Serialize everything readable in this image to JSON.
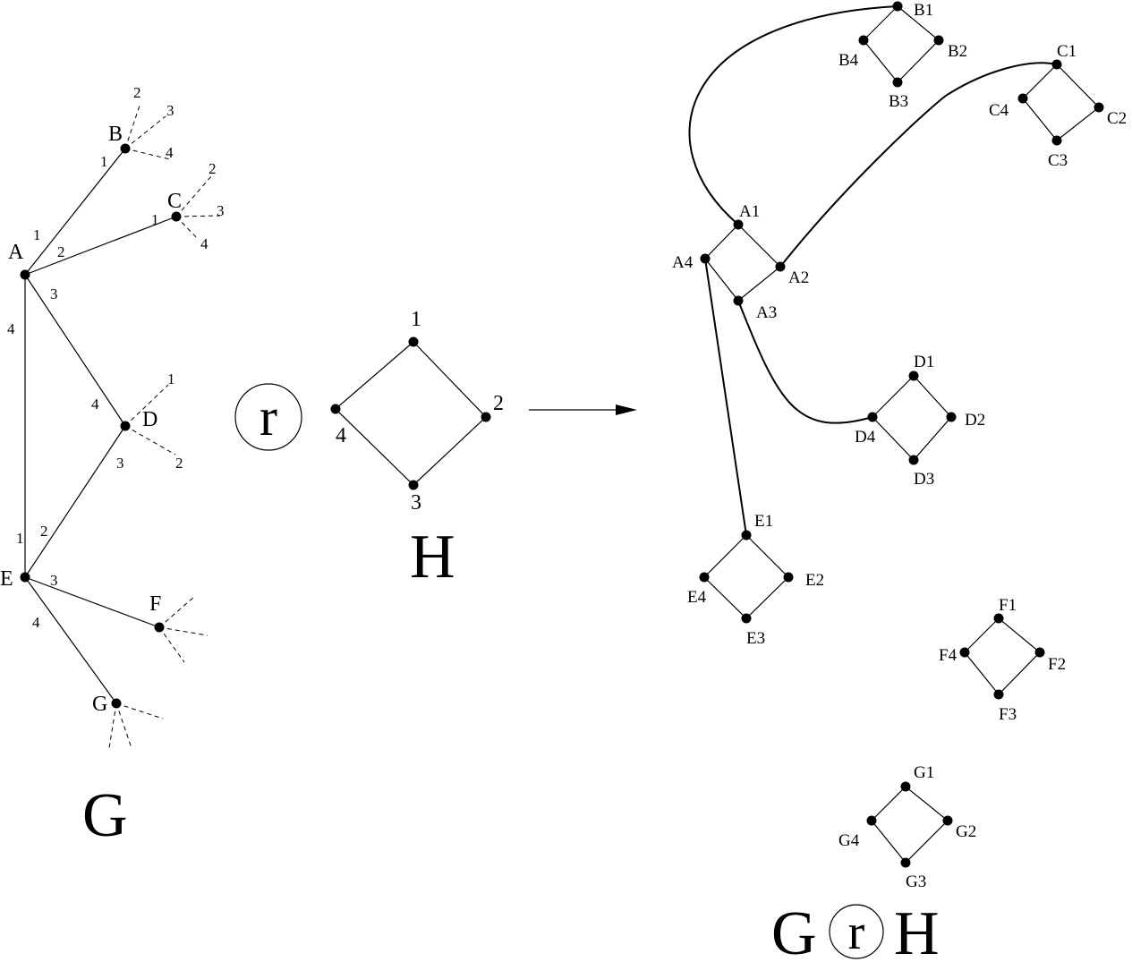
{
  "titles": {
    "graph_g": "G",
    "operator": "r",
    "graph_h": "H",
    "result_left": "G",
    "result_op": "r",
    "result_right": "H"
  },
  "tree_g": {
    "nodes": {
      "A": "A",
      "B": "B",
      "C": "C",
      "D": "D",
      "E": "E",
      "F": "F",
      "G": "G"
    },
    "edge_ports": {
      "A_B_at_A": "1",
      "A_B_at_B": "1",
      "A_C_at_A": "2",
      "A_C_at_C": "1",
      "A_D_at_A": "3",
      "A_D_at_D": "4",
      "A_E_at_A": "4",
      "A_E_at_E": "1",
      "D_E_at_D": "3",
      "D_E_at_E": "2",
      "E_F_at_E": "3",
      "E_G_at_E": "4"
    },
    "stub_ports": {
      "B": [
        "2",
        "3",
        "4"
      ],
      "C": [
        "2",
        "3",
        "4"
      ],
      "D": [
        "1",
        "2"
      ]
    }
  },
  "square_h": {
    "labels": [
      "1",
      "2",
      "3",
      "4"
    ]
  },
  "product": {
    "squares": {
      "A": [
        "A1",
        "A2",
        "A3",
        "A4"
      ],
      "B": [
        "B1",
        "B2",
        "B3",
        "B4"
      ],
      "C": [
        "C1",
        "C2",
        "C3",
        "C4"
      ],
      "D": [
        "D1",
        "D2",
        "D3",
        "D4"
      ],
      "E": [
        "E1",
        "E2",
        "E3",
        "E4"
      ],
      "F": [
        "F1",
        "F2",
        "F3",
        "F4"
      ],
      "G": [
        "G1",
        "G2",
        "G3",
        "G4"
      ]
    }
  }
}
